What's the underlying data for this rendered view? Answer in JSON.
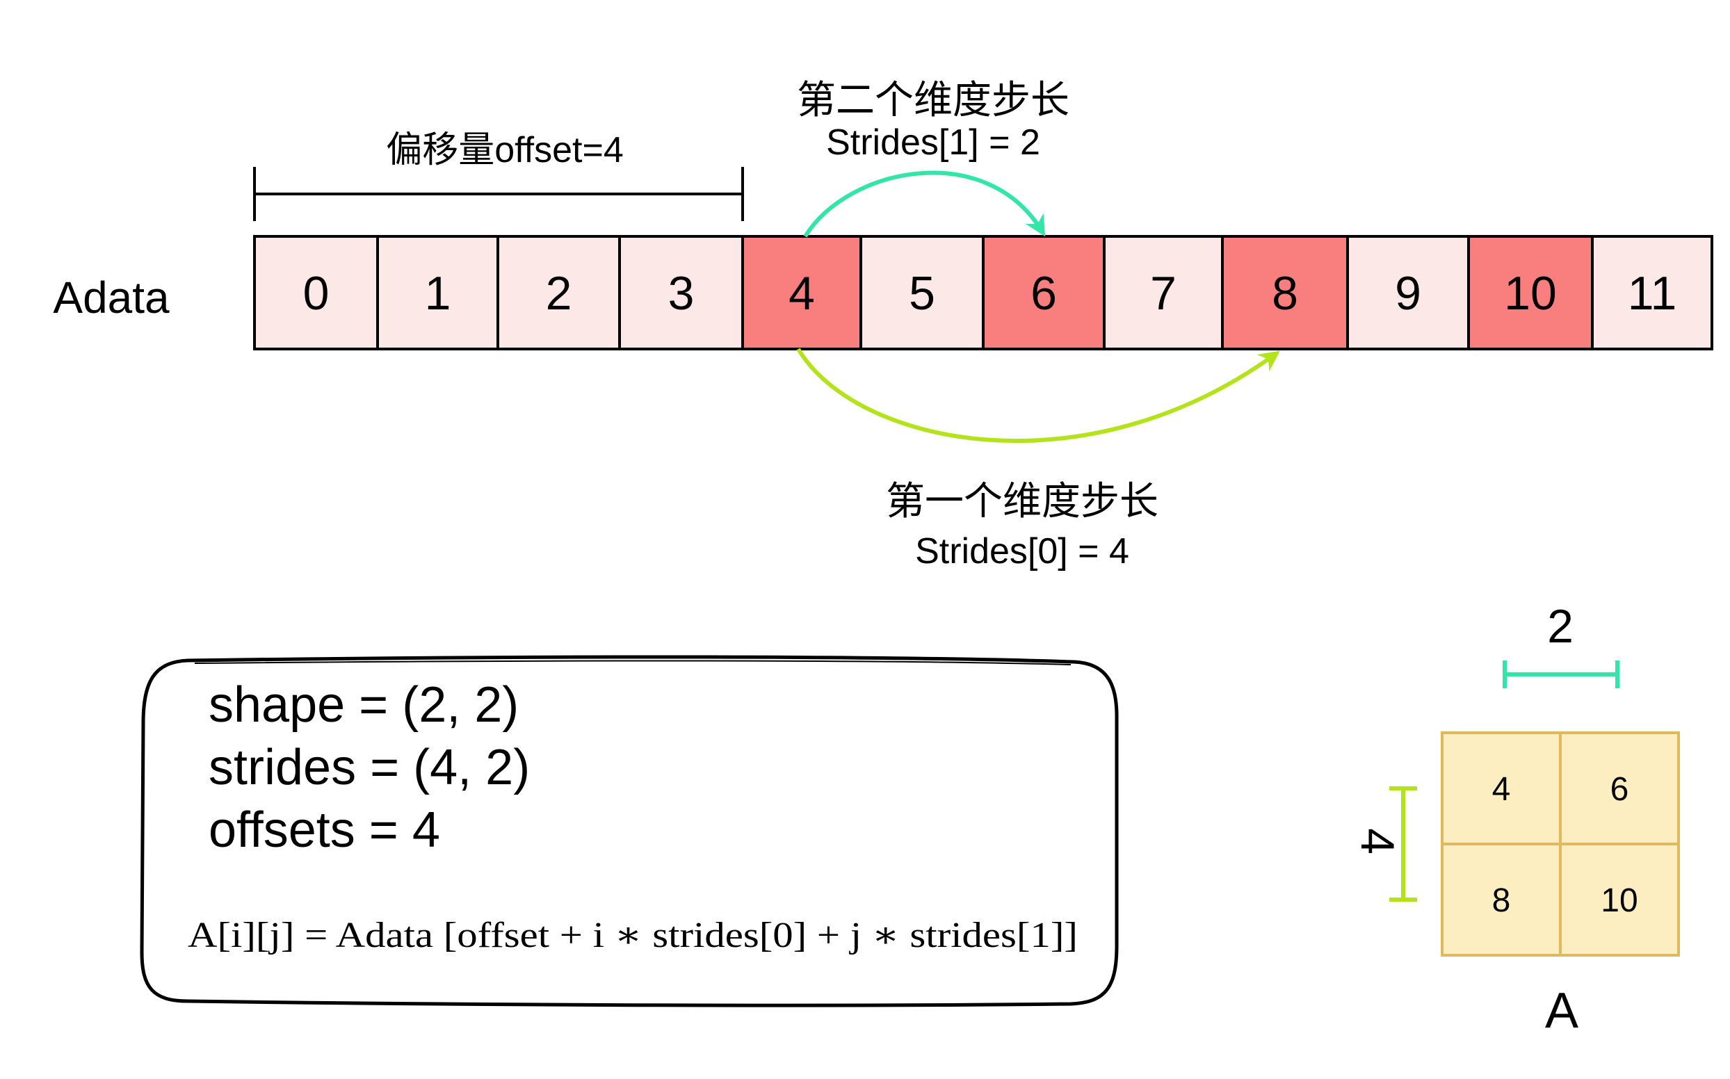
{
  "array": {
    "name": "Adata",
    "cells": [
      "0",
      "1",
      "2",
      "3",
      "4",
      "5",
      "6",
      "7",
      "8",
      "9",
      "10",
      "11"
    ],
    "highlighted": [
      4,
      6,
      8,
      10
    ],
    "light_color": "#fde8e8",
    "highlight_color": "#f97f7f"
  },
  "offset_label": "偏移量offset=4",
  "stride2": {
    "title": "第二个维度步长",
    "value": "Strides[1] = 2",
    "color": "#33e6a8"
  },
  "stride1": {
    "title": "第一个维度步长",
    "value": "Strides[0] = 4",
    "color": "#b4e31c"
  },
  "info_box": {
    "line1": "shape = (2, 2)",
    "line2": "strides = (4, 2)",
    "line3": "offsets = 4",
    "formula": "A[i][j] = Adata [offset + i ∗ strides[0] + j ∗ strides[1]]"
  },
  "matrix": {
    "name": "A",
    "cols_label": "2",
    "rows_label": "4",
    "cells": [
      "4",
      "6",
      "8",
      "10"
    ],
    "fill_color": "#fdeec2",
    "border_color": "#dfba5c"
  }
}
